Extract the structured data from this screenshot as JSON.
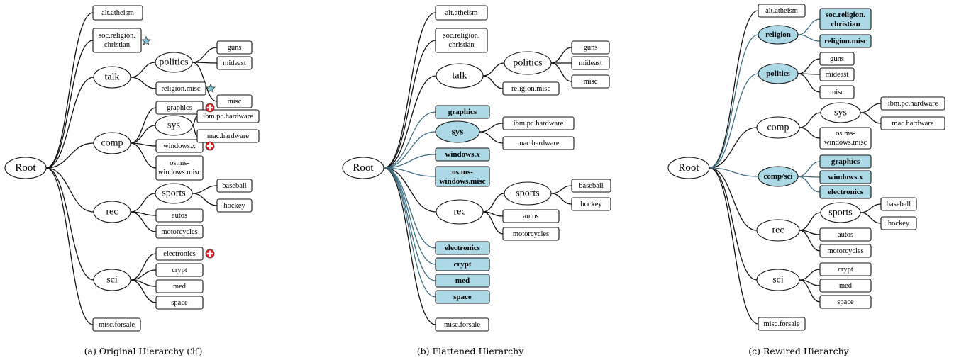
{
  "colors": {
    "highlight_fill": "#add8e6",
    "highlight_edge": "#3f6e82",
    "star": "#7fc3d8",
    "cross_badge": "#e02020"
  },
  "panels": [
    {
      "caption": "(a) Original Hierarchy (ℋ)",
      "root": "Root",
      "leaves": [
        "alt.atheism",
        "soc.religion.\nchristian",
        "religion.misc",
        "guns",
        "mideast",
        "misc",
        "graphics",
        "windows.x",
        "os.ms-\nwindows.misc",
        "ibm.pc.hardware",
        "mac.hardware",
        "baseball",
        "hockey",
        "autos",
        "motorcycles",
        "electronics",
        "crypt",
        "med",
        "space",
        "misc.forsale"
      ],
      "internal": [
        "talk",
        "politics",
        "comp",
        "sys",
        "rec",
        "sports",
        "sci"
      ],
      "markers": {
        "star": [
          "soc.religion.christian",
          "religion.misc"
        ],
        "cross": [
          "graphics",
          "windows.x",
          "electronics"
        ]
      }
    },
    {
      "caption": "(b) Flattened Hierarchy",
      "root": "Root",
      "leaves": [
        "alt.atheism",
        "soc.religion.\nchristian",
        "religion.misc",
        "guns",
        "mideast",
        "misc",
        "graphics",
        "windows.x",
        "os.ms-\nwindows.misc",
        "ibm.pc.hardware",
        "mac.hardware",
        "baseball",
        "hockey",
        "autos",
        "motorcycles",
        "electronics",
        "crypt",
        "med",
        "space",
        "misc.forsale"
      ],
      "internal": [
        "talk",
        "politics",
        "sys",
        "rec",
        "sports"
      ],
      "highlighted": [
        "graphics",
        "sys",
        "windows.x",
        "os.ms-windows.misc",
        "electronics",
        "crypt",
        "med",
        "space"
      ]
    },
    {
      "caption": "(c) Rewired Hierarchy",
      "root": "Root",
      "leaves": [
        "alt.atheism",
        "soc.religion.\nchristian",
        "religion.misc",
        "guns",
        "mideast",
        "misc",
        "ibm.pc.hardware",
        "mac.hardware",
        "os.ms-\nwindows.misc",
        "graphics",
        "windows.x",
        "electronics",
        "baseball",
        "hockey",
        "autos",
        "motorcycles",
        "crypt",
        "med",
        "space",
        "misc.forsale"
      ],
      "internal": [
        "religion",
        "politics",
        "comp",
        "sys",
        "comp/sci",
        "rec",
        "sports",
        "sci"
      ],
      "highlighted": [
        "religion",
        "soc.religion.christian",
        "religion.misc",
        "politics",
        "comp/sci",
        "graphics",
        "windows.x",
        "electronics"
      ]
    }
  ]
}
